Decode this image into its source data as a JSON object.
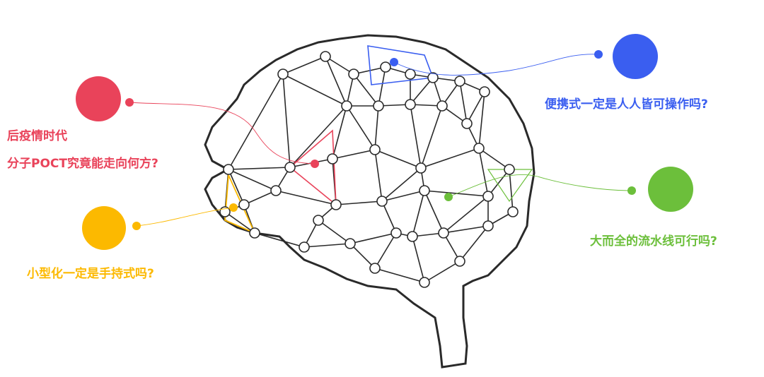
{
  "colors": {
    "red": "#e9435a",
    "yellow": "#fcb900",
    "blue": "#3a5ef0",
    "green": "#6cbf3b",
    "mesh": "#2a2a2a"
  },
  "callouts": [
    {
      "id": "red",
      "lines": [
        "后疫情时代",
        "分子POCT究竟能走向何方?"
      ],
      "color": "#e9435a"
    },
    {
      "id": "yellow",
      "lines": [
        "小型化一定是手持式吗?"
      ],
      "color": "#fcb900"
    },
    {
      "id": "blue",
      "lines": [
        "便携式一定是人人皆可操作吗?"
      ],
      "color": "#3a5ef0"
    },
    {
      "id": "green",
      "lines": [
        "大而全的流水线可行吗?"
      ],
      "color": "#6cbf3b"
    }
  ],
  "icons": {
    "brain": "brain-network-icon"
  }
}
